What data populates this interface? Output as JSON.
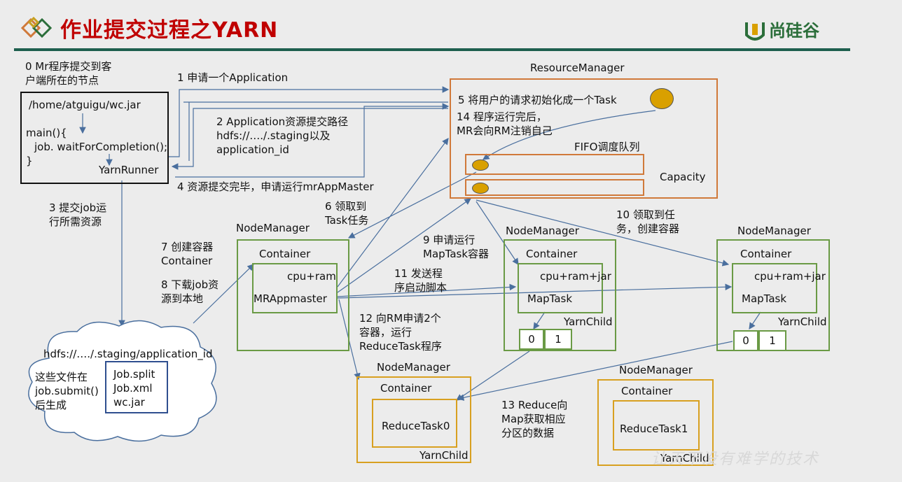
{
  "header": {
    "title": "作业提交过程之YARN",
    "brand": "尚硅谷",
    "watermark": "让天下没有难学的技术"
  },
  "client": {
    "note_line1": "0 Mr程序提交到客",
    "note_line2": "户端所在的节点",
    "path": "/home/atguigu/wc.jar",
    "code_line1": "main(){",
    "code_line2": "job. waitForCompletion();",
    "code_line3": "}",
    "runner": "YarnRunner"
  },
  "resource_manager": {
    "label": "ResourceManager",
    "step5": "5 将用户的请求初始化成一个Task",
    "step14_line1": "14 程序运行完后，",
    "step14_line2": "MR会向RM注销自己",
    "fifo": "FIFO调度队列",
    "capacity": "Capacity"
  },
  "steps": {
    "s1": "1 申请一个Application",
    "s2_line1": "2 Application资源提交路径",
    "s2_line2": "hdfs://…./.staging以及",
    "s2_line3": "application_id",
    "s3_line1": "3 提交job运",
    "s3_line2": "行所需资源",
    "s4": "4 资源提交完毕，申请运行mrAppMaster",
    "s6_line1": "6 领取到",
    "s6_line2": "Task任务",
    "s7_line1": "7 创建容器",
    "s7_line2": "Container",
    "s8_line1": "8 下载job资",
    "s8_line2": "源到本地",
    "s9_line1": "9 申请运行",
    "s9_line2": "MapTask容器",
    "s10_line1": "10 领取到任",
    "s10_line2": "务，创建容器",
    "s11_line1": "11 发送程",
    "s11_line2": "序启动脚本",
    "s12_line1": "12 向RM申请2个",
    "s12_line2": "容器，运行",
    "s12_line3": "ReduceTask程序",
    "s13_line1": "13 Reduce向",
    "s13_line2": "Map获取相应",
    "s13_line3": "分区的数据"
  },
  "hdfs": {
    "path": "hdfs://…./.staging/application_id",
    "note_line1": "这些文件在",
    "note_line2": "job.submit()",
    "note_line3": "后生成",
    "file1": "Job.split",
    "file2": "Job.xml",
    "file3": "wc.jar"
  },
  "nm_master": {
    "label": "NodeManager",
    "container": "Container",
    "resources": "cpu+ram",
    "app": "MRAppmaster"
  },
  "nm_map1": {
    "label": "NodeManager",
    "container": "Container",
    "resources": "cpu+ram+jar",
    "task": "MapTask",
    "child": "YarnChild",
    "part0": "0",
    "part1": "1"
  },
  "nm_map2": {
    "label": "NodeManager",
    "container": "Container",
    "resources": "cpu+ram+jar",
    "task": "MapTask",
    "child": "YarnChild",
    "part0": "0",
    "part1": "1"
  },
  "nm_reduce0": {
    "label": "NodeManager",
    "container": "Container",
    "task": "ReduceTask0",
    "child": "YarnChild"
  },
  "nm_reduce1": {
    "label": "NodeManager",
    "container": "Container",
    "task": "ReduceTask1",
    "child": "YarnChild"
  },
  "colors": {
    "title": "#c00000",
    "arrow": "#4a6f9e",
    "green_box": "#6a9a45",
    "orange_box": "#d0793a",
    "yellow_box": "#d8a020",
    "token": "#d9a000"
  }
}
